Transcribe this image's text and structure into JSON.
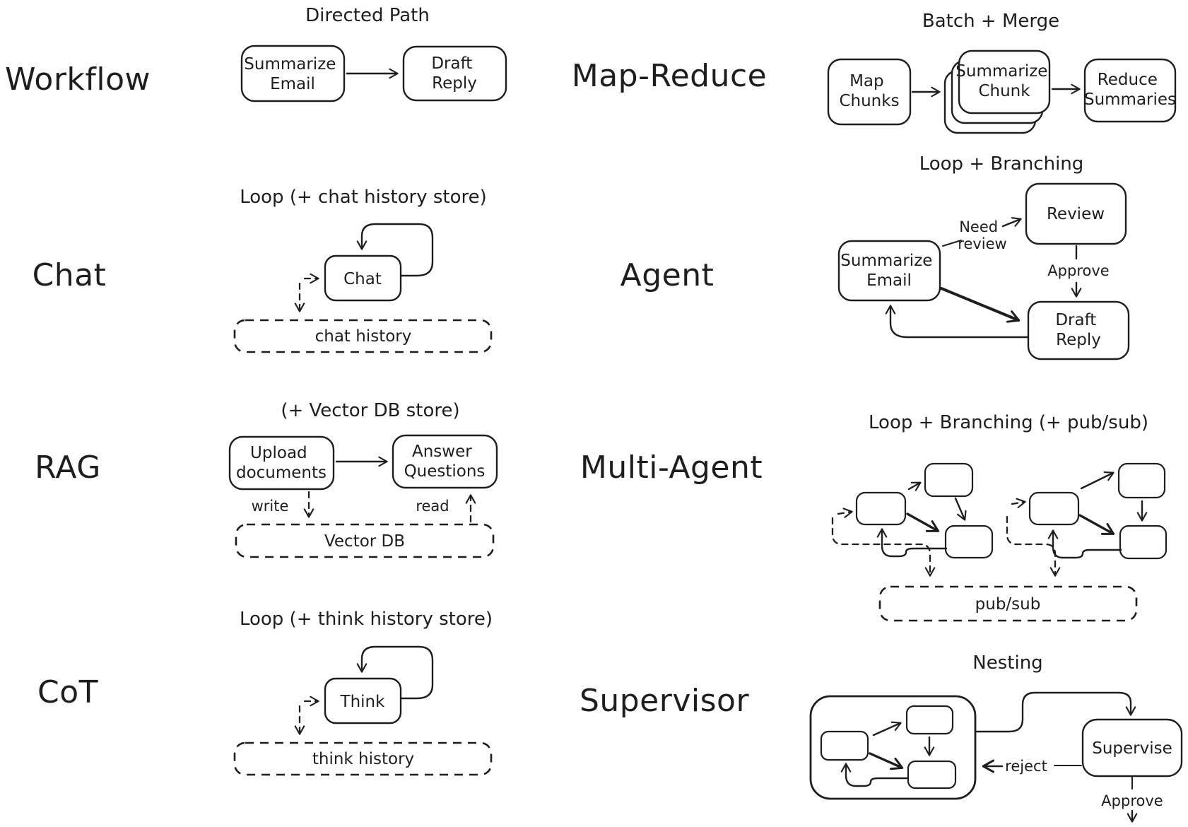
{
  "background": "#ffffff",
  "ink": "#1e1e1e",
  "sections": {
    "workflow": {
      "label": "Workflow",
      "title": "Directed Path",
      "node_summarize_email": {
        "line1": "Summarize",
        "line2": "Email"
      },
      "node_draft_reply": {
        "line1": "Draft",
        "line2": "Reply"
      }
    },
    "map_reduce": {
      "label": "Map-Reduce",
      "title": "Batch + Merge",
      "node_map_chunks": {
        "line1": "Map",
        "line2": "Chunks"
      },
      "node_summarize_chunk": {
        "line1": "Summarize",
        "line2": "Chunk"
      },
      "node_reduce_summaries": {
        "line1": "Reduce",
        "line2": "Summaries"
      }
    },
    "chat": {
      "label": "Chat",
      "title": "Loop (+ chat history store)",
      "node_chat": "Chat",
      "store_chat_history": "chat history"
    },
    "agent": {
      "label": "Agent",
      "title": "Loop + Branching",
      "node_summarize_email": {
        "line1": "Summarize",
        "line2": "Email"
      },
      "node_review": "Review",
      "node_draft_reply": {
        "line1": "Draft",
        "line2": "Reply"
      },
      "edge_need_review": {
        "line1": "Need",
        "line2": "review"
      },
      "edge_approve": "Approve"
    },
    "rag": {
      "label": "RAG",
      "title": "(+ Vector DB store)",
      "node_upload_documents": {
        "line1": "Upload",
        "line2": "documents"
      },
      "node_answer_questions": {
        "line1": "Answer",
        "line2": "Questions"
      },
      "edge_write": "write",
      "edge_read": "read",
      "store_vector_db": "Vector DB"
    },
    "multi_agent": {
      "label": "Multi-Agent",
      "title": "Loop + Branching (+ pub/sub)",
      "store_pub_sub": "pub/sub"
    },
    "cot": {
      "label": "CoT",
      "title": "Loop (+ think history store)",
      "node_think": "Think",
      "store_think_history": "think history"
    },
    "supervisor": {
      "label": "Supervisor",
      "title": "Nesting",
      "node_supervise": "Supervise",
      "edge_reject": "reject",
      "edge_approve": "Approve"
    }
  }
}
